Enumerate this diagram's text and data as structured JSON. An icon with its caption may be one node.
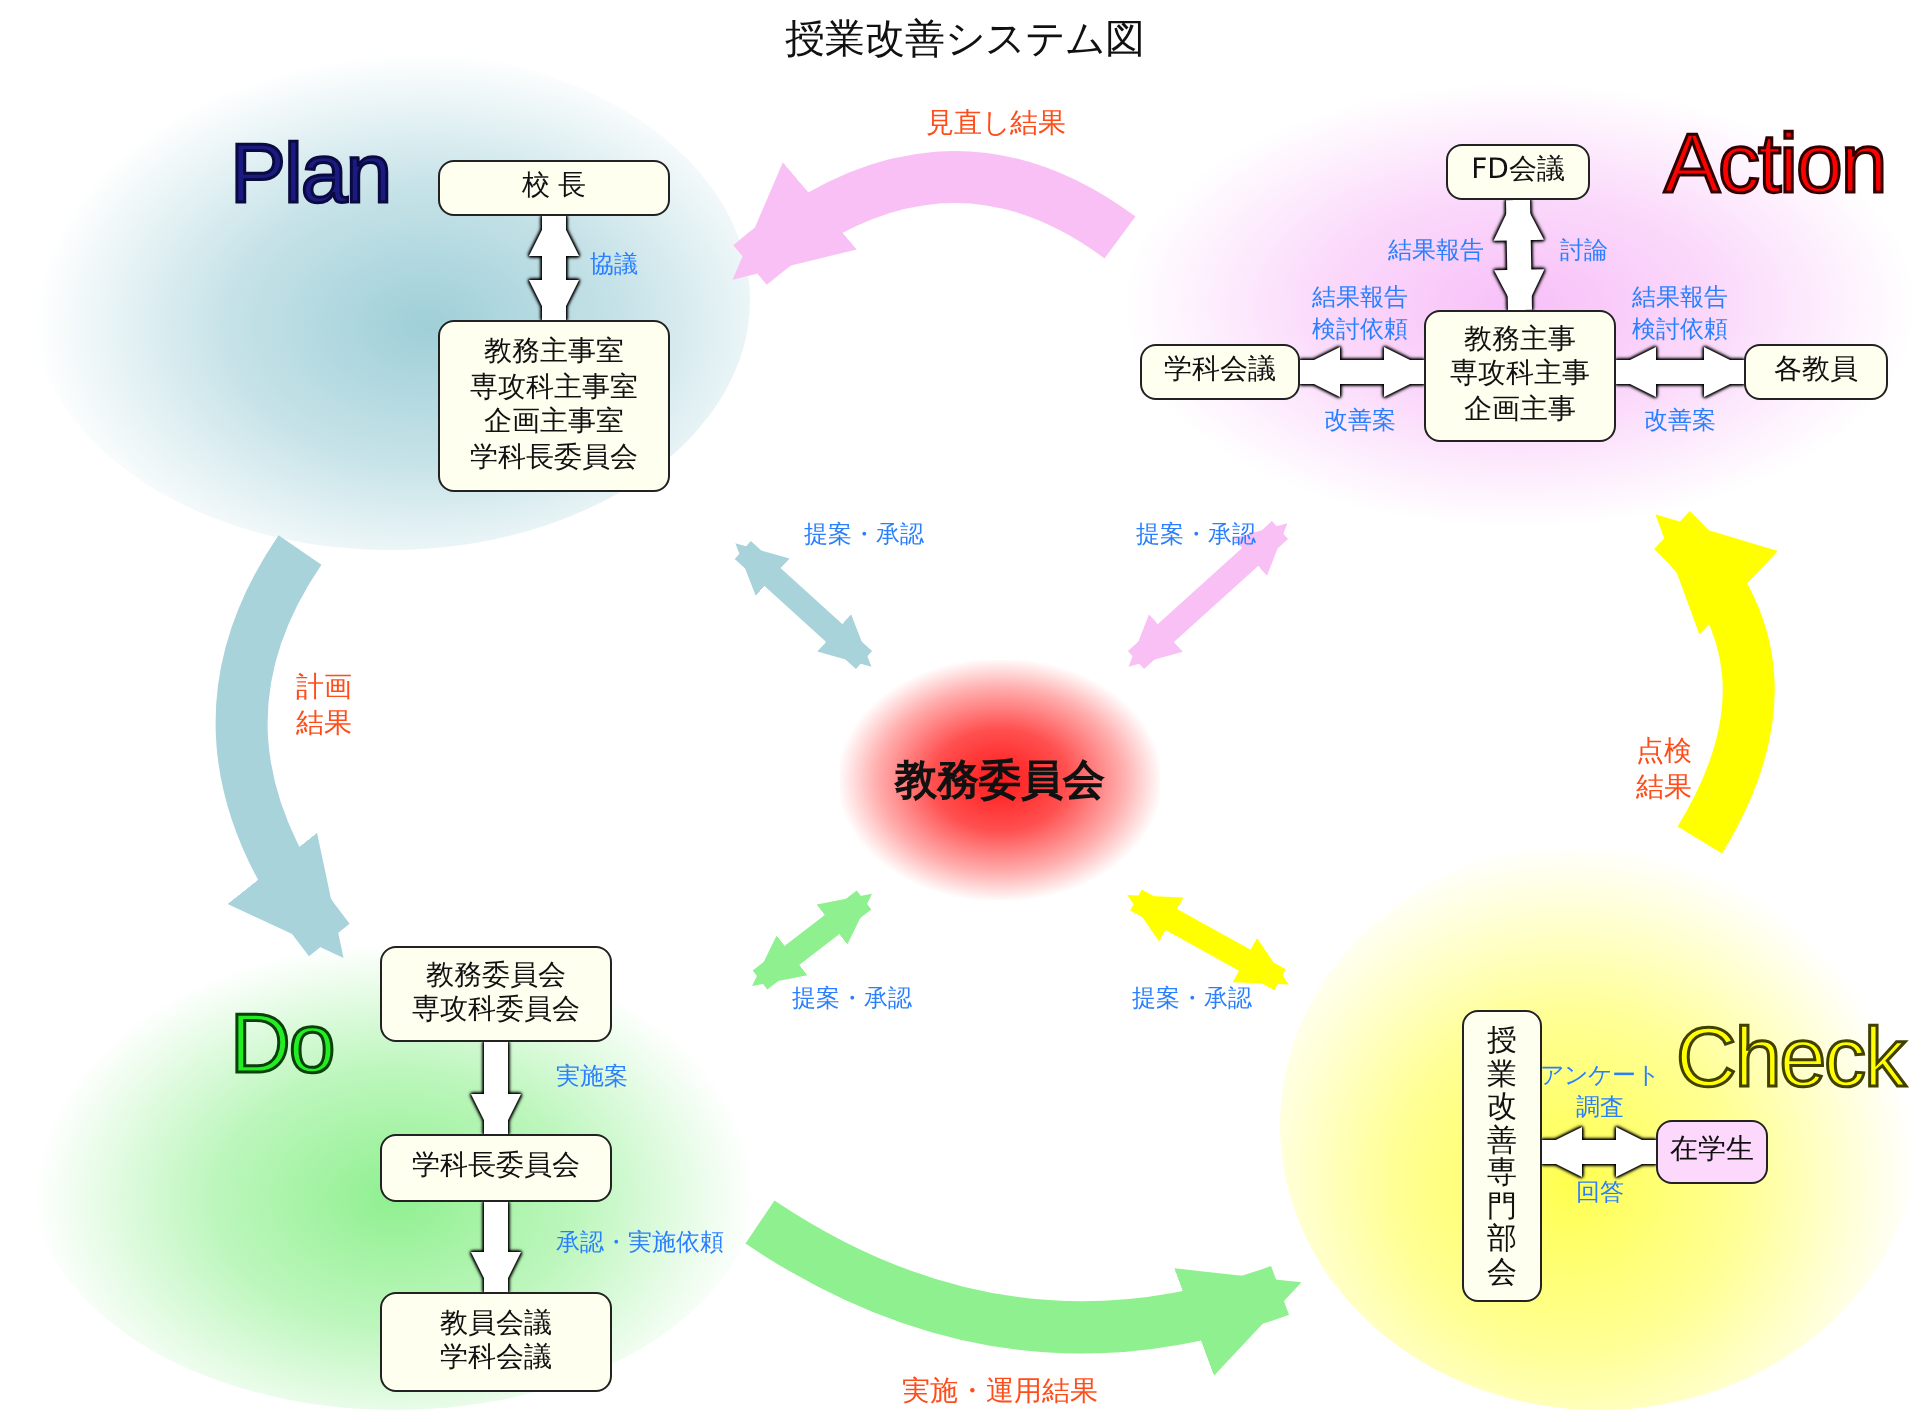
{
  "diagram": {
    "title": "授業改善システム図",
    "nodes": [
      {
        "text": [
          "Plan"
        ]
      },
      {
        "text": [
          "校 長"
        ],
        "in": 0
      },
      {
        "text": [
          "教務主事室専攻科主事室企画主事室学科長委員会"
        ],
        "in": 0
      },
      {
        "text": [
          "Action"
        ]
      },
      {
        "text": [
          "FD会議"
        ],
        "in": 3
      },
      {
        "text": [
          "学科会議"
        ],
        "in": 3
      },
      {
        "text": [
          "教務主事専攻科主事企画主事"
        ],
        "in": 3
      },
      {
        "text": [
          "各教員"
        ],
        "in": 3
      },
      {
        "text": [
          "Do"
        ]
      },
      {
        "text": [
          "教務委員会専攻科委員会"
        ],
        "in": 8
      },
      {
        "text": [
          "学科長委員会"
        ],
        "in": 8
      },
      {
        "text": [
          "教員会議学科会議"
        ],
        "in": 8
      },
      {
        "text": [
          "Check"
        ]
      },
      {
        "text": [
          "授業改善専門部会"
        ],
        "in": 12
      },
      {
        "text": [
          "在学生"
        ],
        "in": 12
      },
      {
        "text": [
          "教務委員会"
        ]
      }
    ],
    "edges": [
      {
        "from": 1,
        "to": 2,
        "arrow": "both",
        "label": "協議"
      },
      {
        "from": 4,
        "to": 6,
        "arrow": "both",
        "label": "結果報告"
      },
      {
        "from": 5,
        "to": 6,
        "arrow": "both",
        "label": "結果報告検討依頼"
      },
      {
        "from": 6,
        "to": 7,
        "arrow": "both",
        "label": "結果報告検討依頼"
      },
      {
        "from": 9,
        "to": 10,
        "arrow": "to",
        "label": "実施案"
      },
      {
        "from": 10,
        "to": 11,
        "arrow": "to",
        "label": "承認・実施依頼"
      },
      {
        "from": 13,
        "to": 14,
        "arrow": "both",
        "label": "アンケート調査"
      },
      {
        "from": 0,
        "to": 8,
        "arrow": "to",
        "label": "計画結果",
        "style": "thick",
        "color": "#a9d3db"
      },
      {
        "from": 8,
        "to": 12,
        "arrow": "to",
        "label": "実施・運用結果",
        "style": "thick",
        "color": "#8ef08e"
      },
      {
        "from": 12,
        "to": 3,
        "arrow": "to",
        "label": "点検結果",
        "style": "thick",
        "color": "#ffff00"
      },
      {
        "from": 3,
        "to": 0,
        "arrow": "to",
        "label": "見直し結果",
        "style": "thick",
        "color": "#f9c0f5"
      },
      {
        "from": 15,
        "to": 0,
        "arrow": "both",
        "label": "提案・承認",
        "color": "#a9d3db"
      },
      {
        "from": 15,
        "to": 3,
        "arrow": "both",
        "label": "提案・承認",
        "color": "#f9c0f5"
      },
      {
        "from": 15,
        "to": 8,
        "arrow": "both",
        "label": "提案・承認",
        "color": "#8ef08e"
      },
      {
        "from": 15,
        "to": 12,
        "arrow": "both",
        "label": "提案・承認",
        "color": "#ffff00"
      }
    ],
    "labels": [
      "討論",
      "改善案",
      "改善案",
      "回答"
    ]
  }
}
